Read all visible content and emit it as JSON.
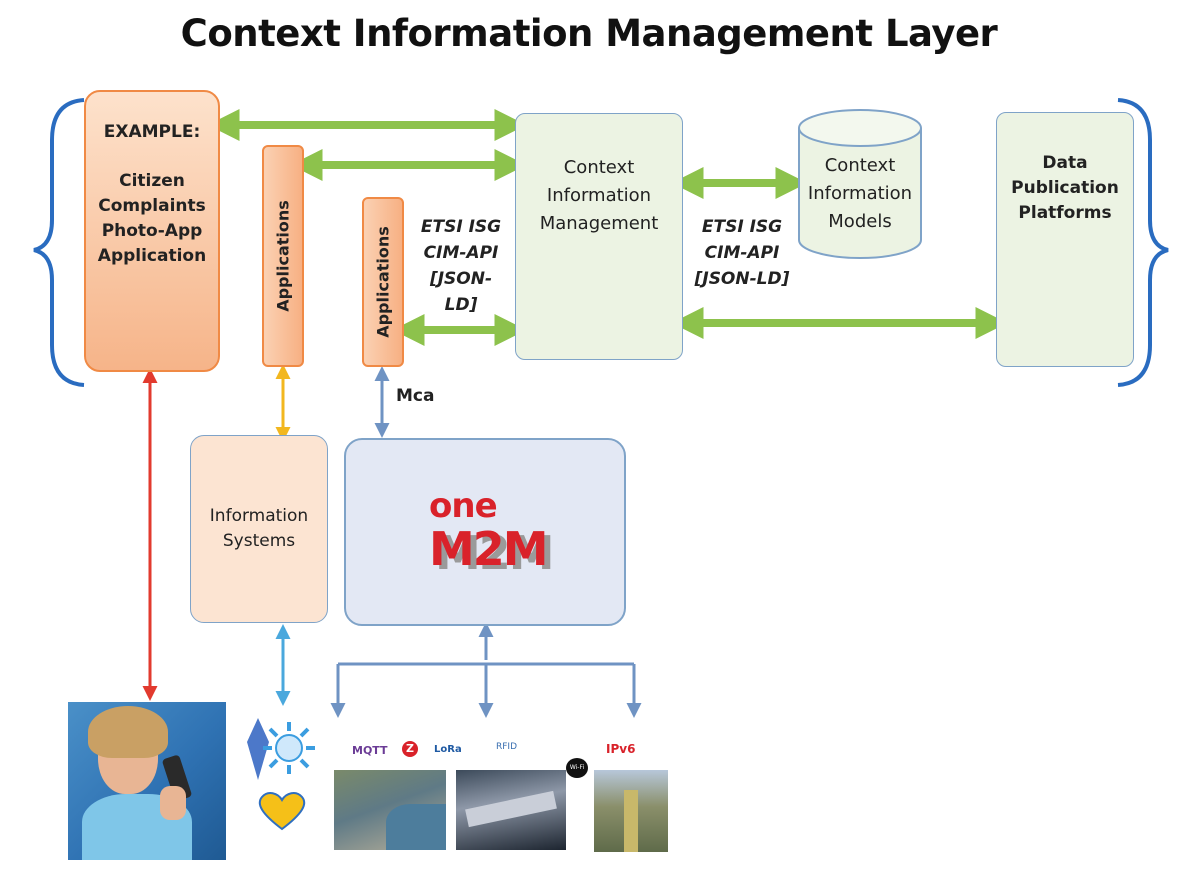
{
  "title": "Context Information Management Layer",
  "example_box": {
    "heading": "EXAMPLE:",
    "lines": [
      "Citizen",
      "Complaints",
      "Photo-App",
      "Application"
    ]
  },
  "applications_tall": "Applications",
  "applications_short": "Applications",
  "cim_box": {
    "lines": [
      "Context",
      "Information",
      "Management"
    ]
  },
  "models_db": {
    "lines": [
      "Context",
      "Information",
      "Models"
    ]
  },
  "publication_box": {
    "lines": [
      "Data",
      "Publication",
      "Platforms"
    ]
  },
  "etsi_left": {
    "lines": [
      "ETSI ISG",
      "CIM-API",
      "[JSON-LD]"
    ]
  },
  "etsi_right": {
    "lines": [
      "ETSI ISG",
      "CIM-API",
      "[JSON-LD]"
    ]
  },
  "mca_label": "Mca",
  "info_systems": {
    "lines": [
      "Information",
      "Systems"
    ]
  },
  "onem2m_logo": {
    "top": "one",
    "bottom": "M2M"
  },
  "protocol_logos": [
    "MQTT",
    "Z",
    "LoRa",
    "RFID",
    "Wi-Fi",
    "IPv6"
  ],
  "colors": {
    "green_arrow": "#8dc24c",
    "red_arrow": "#e23a2e",
    "yellow_arrow": "#f2b71f",
    "blue_arrow": "#4aa8dd",
    "steel_arrow": "#6f93c3",
    "bracket": "#2a6cc0",
    "onem2m_red": "#d9222a"
  }
}
